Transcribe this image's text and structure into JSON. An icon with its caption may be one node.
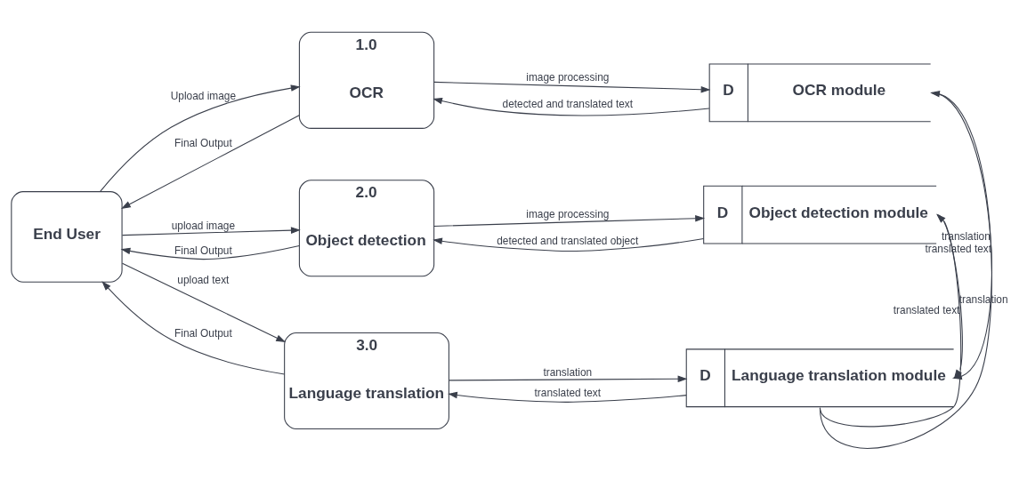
{
  "diagram": {
    "nodes": [
      {
        "text": [
          "End User"
        ]
      },
      {
        "text": [
          "1.0",
          "OCR"
        ]
      },
      {
        "text": [
          "2.0",
          "Object detection"
        ]
      },
      {
        "text": [
          "3.0",
          "Language translation"
        ]
      },
      {
        "text": [
          "D",
          "OCR module"
        ]
      },
      {
        "text": [
          "D",
          "Object detection module"
        ]
      },
      {
        "text": [
          "D",
          "Language translation module"
        ]
      }
    ],
    "edges": [
      {
        "from": 0,
        "to": 1,
        "arrow": "to",
        "label": "Upload image"
      },
      {
        "from": 1,
        "to": 0,
        "arrow": "to",
        "label": "Final Output"
      },
      {
        "from": 1,
        "to": 4,
        "arrow": "to",
        "label": "image processing"
      },
      {
        "from": 4,
        "to": 1,
        "arrow": "to",
        "label": "detected and translated text"
      },
      {
        "from": 0,
        "to": 2,
        "arrow": "to",
        "label": "upload image"
      },
      {
        "from": 2,
        "to": 0,
        "arrow": "to",
        "label": "Final Output"
      },
      {
        "from": 2,
        "to": 5,
        "arrow": "to",
        "label": "image processing"
      },
      {
        "from": 5,
        "to": 2,
        "arrow": "to",
        "label": "detected and translated object"
      },
      {
        "from": 0,
        "to": 3,
        "arrow": "to",
        "label": "upload text"
      },
      {
        "from": 3,
        "to": 0,
        "arrow": "to",
        "label": "Final Output"
      },
      {
        "from": 3,
        "to": 6,
        "arrow": "to",
        "label": "translation"
      },
      {
        "from": 6,
        "to": 3,
        "arrow": "to",
        "label": "translated text"
      },
      {
        "from": 4,
        "to": 6,
        "arrow": "to",
        "label": "translation"
      },
      {
        "from": 6,
        "to": 4,
        "arrow": "to",
        "label": "translated text"
      },
      {
        "from": 5,
        "to": 6,
        "arrow": "to",
        "label": "translation"
      },
      {
        "from": 6,
        "to": 5,
        "arrow": "to",
        "label": "translated text"
      }
    ]
  }
}
